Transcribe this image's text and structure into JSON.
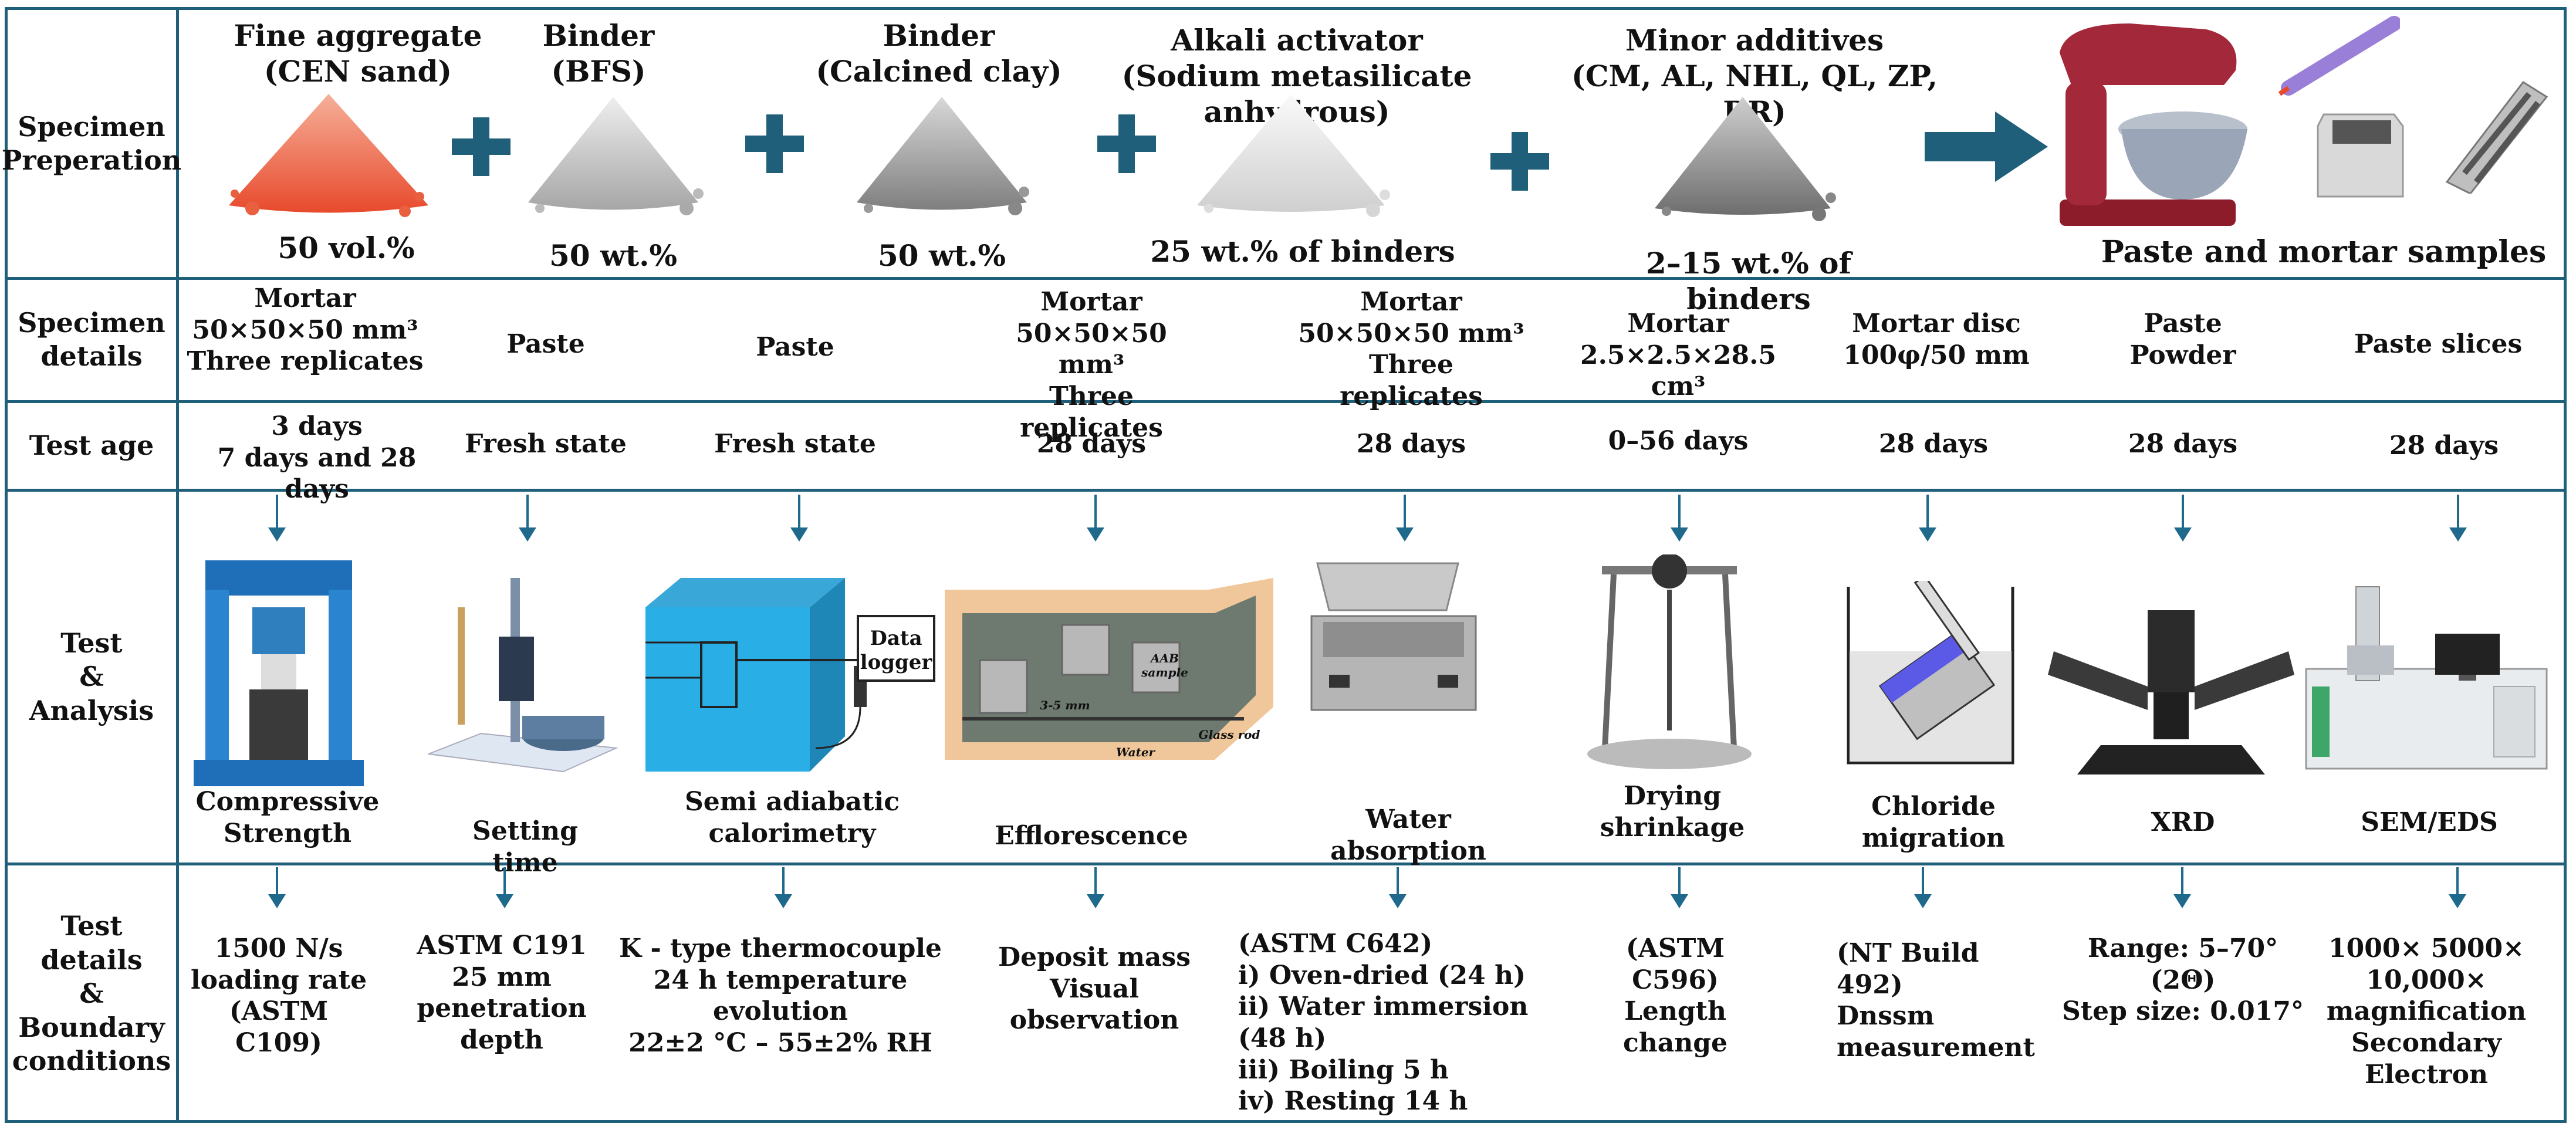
{
  "row_labels": {
    "prep": "Specimen\nPreperation",
    "details": "Specimen\ndetails",
    "age": "Test age",
    "test": "Test\n&\nAnalysis",
    "boundary": "Test details\n&\nBoundary\nconditions"
  },
  "materials": [
    {
      "title": "Fine aggregate\n(CEN sand)",
      "amount": "50 vol.%",
      "color": "#ef6a4f",
      "icon": "sand-pile-icon"
    },
    {
      "title": "Binder\n(BFS)",
      "amount": "50 wt.%",
      "color": "#c8c8c8",
      "icon": "powder-pile-icon"
    },
    {
      "title": "Binder\n(Calcined clay)",
      "amount": "50 wt.%",
      "color": "#a8a8a8",
      "icon": "powder-pile-icon"
    },
    {
      "title": "Alkali activator\n(Sodium metasilicate anhydrous)",
      "amount": "25 wt.% of binders",
      "color": "#e2e2e2",
      "icon": "powder-pile-icon"
    },
    {
      "title": "Minor additives\n(CM, AL, NHL, QL, ZP, BR)",
      "amount": "2–15 wt.% of binders",
      "color": "#9a9a9a",
      "icon": "powder-pile-icon"
    }
  ],
  "output_label": "Paste and mortar samples",
  "colors": {
    "border": "#1f5f7a",
    "arrow": "#1f6a8c",
    "plus": "#1f5f7a"
  },
  "tests": [
    {
      "details": "Mortar\n50×50×50 mm³\nThree replicates",
      "age": "3 days\n7 days and 28 days",
      "name": "Compressive\nStrength",
      "icon": "compression-press-icon",
      "boundary": "1500 N/s\nloading rate\n(ASTM C109)"
    },
    {
      "details": "Paste",
      "age": "Fresh state",
      "name": "Setting time",
      "icon": "vicat-apparatus-icon",
      "boundary": "ASTM C191\n25 mm\npenetration\ndepth"
    },
    {
      "details": "Paste",
      "age": "Fresh state",
      "name": "Semi adiabatic\ncalorimetry",
      "icon": "calorimeter-icon",
      "data_logger": "Data\nlogger",
      "boundary": "K - type thermocouple\n24 h temperature evolution\n22±2 °C – 55±2% RH"
    },
    {
      "details": "Mortar\n50×50×50 mm³\nThree replicates",
      "age": "28 days",
      "name": "Efflorescence",
      "icon": "efflorescence-tray-icon",
      "tray_labels": {
        "depth": "3-5 mm",
        "sample": "AAB\nsample",
        "water": "Water",
        "rod": "Glass rod"
      },
      "boundary": "Deposit mass\nVisual observation"
    },
    {
      "details": "Mortar\n50×50×50 mm³\nThree replicates",
      "age": "28 days",
      "name": "Water absorption",
      "icon": "water-bath-icon",
      "boundary": "(ASTM C642)\ni) Oven-dried (24 h)\nii) Water immersion (48 h)\niii) Boiling 5 h\niv) Resting 14 h"
    },
    {
      "details": "Mortar\n2.5×2.5×28.5 cm³",
      "age": "0–56 days",
      "name": "Drying\nshrinkage",
      "icon": "length-comparator-icon",
      "boundary": "(ASTM C596)\nLength change"
    },
    {
      "details": "Mortar disc\n100φ/50 mm",
      "age": "28 days",
      "name": "Chloride\nmigration",
      "icon": "migration-cell-icon",
      "boundary": "(NT Build 492)\nDnssm\nmeasurement"
    },
    {
      "details": "Paste\nPowder",
      "age": "28 days",
      "name": "XRD",
      "icon": "diffractometer-icon",
      "boundary": "Range: 5–70°\n(2Θ)\nStep size: 0.017°"
    },
    {
      "details": "Paste slices",
      "age": "28 days",
      "name": "SEM/EDS",
      "icon": "electron-microscope-icon",
      "boundary": "1000× 5000× 10,000×\nmagnification\nSecondary Electron"
    }
  ]
}
